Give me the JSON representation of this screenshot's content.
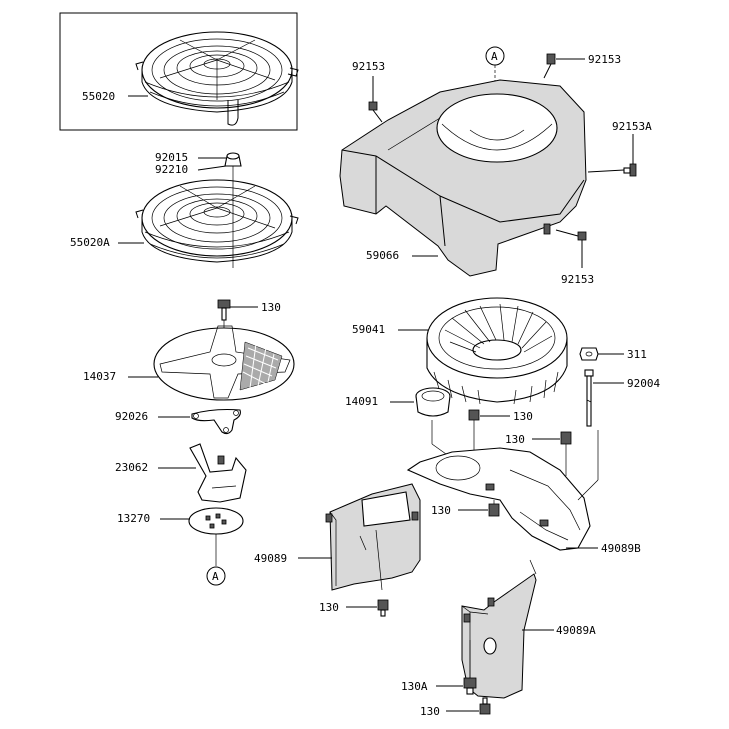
{
  "callouts": {
    "ref_a_top": "A",
    "ref_a_bottom": "A"
  },
  "parts": {
    "p55020": "55020",
    "p92015": "92015",
    "p92210": "92210",
    "p55020a": "55020A",
    "p130_top": "130",
    "p14037": "14037",
    "p92026": "92026",
    "p23062": "23062",
    "p13270": "13270",
    "p92153_left": "92153",
    "p92153_top": "92153",
    "p92153a": "92153A",
    "p59066": "59066",
    "p92153_right": "92153",
    "p59041": "59041",
    "p311": "311",
    "p92004": "92004",
    "p14091": "14091",
    "p130_center": "130",
    "p130_right": "130",
    "p130_mid": "130",
    "p49089b": "49089B",
    "p49089": "49089",
    "p130_lower": "130",
    "p49089a": "49089A",
    "p130a": "130A",
    "p130_bottom": "130"
  }
}
